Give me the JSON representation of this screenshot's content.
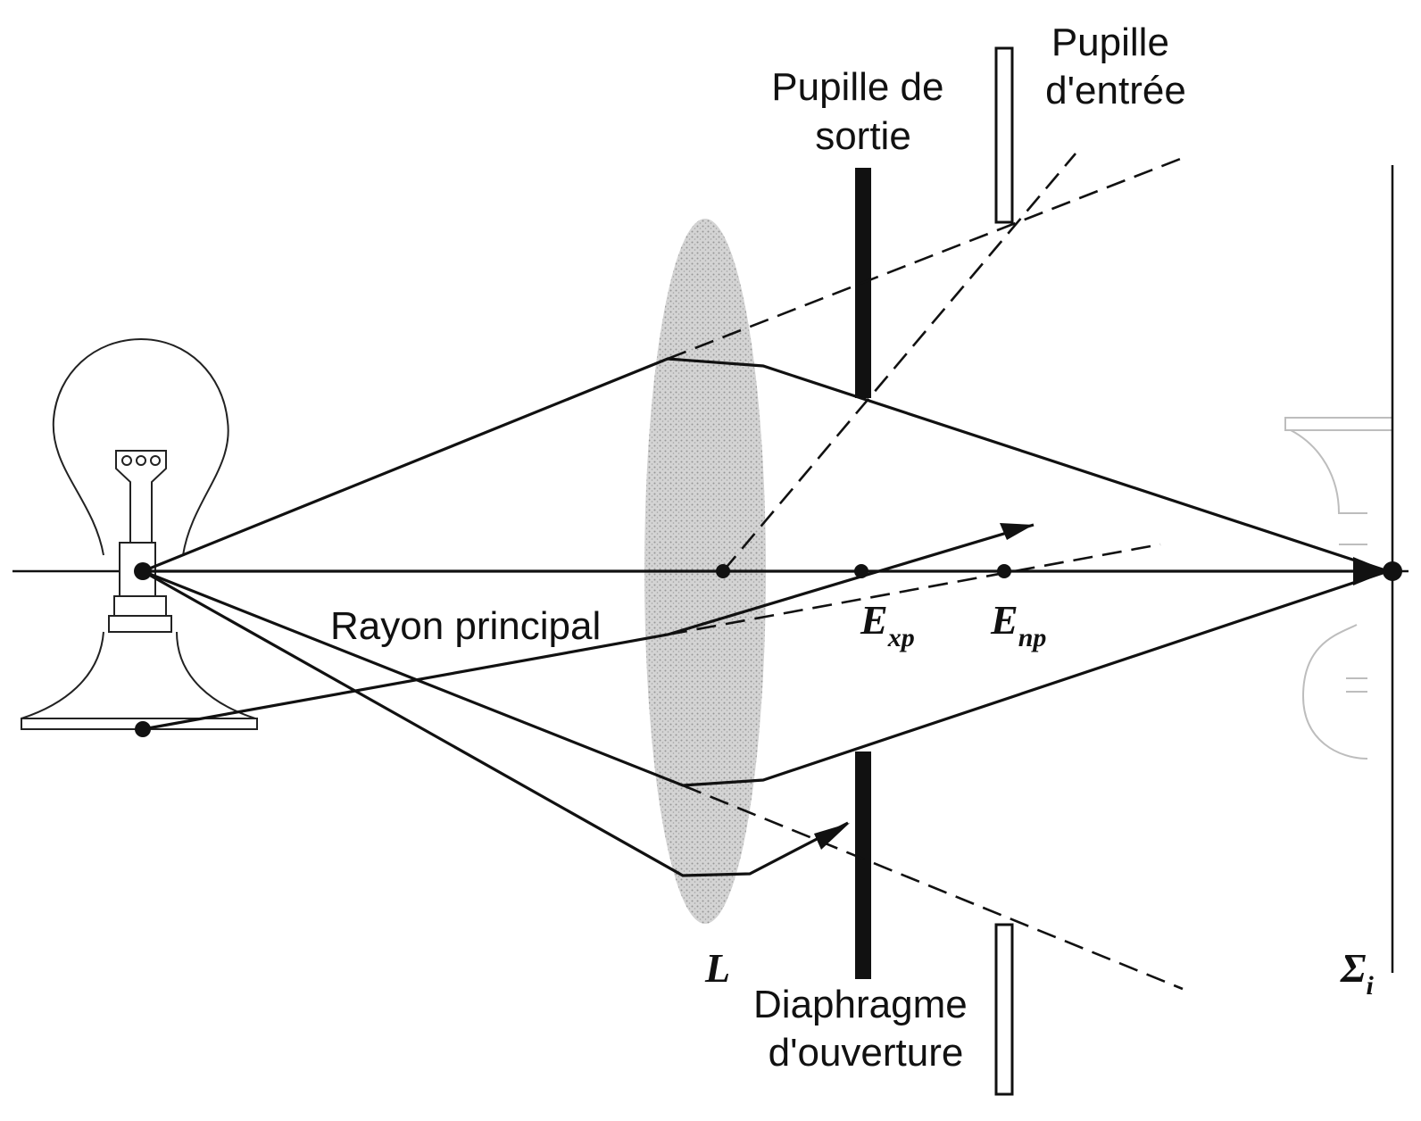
{
  "labels": {
    "entrance_pupil": [
      "Pupille",
      "d'entrée"
    ],
    "exit_pupil": [
      "Pupille de",
      "sortie"
    ],
    "aperture_stop": [
      "Diaphragme",
      "d'ouverture"
    ],
    "chief_ray": "Rayon principal",
    "lens": "L",
    "exit_point": {
      "base": "E",
      "sub": "xp"
    },
    "entrance_point": {
      "base": "E",
      "sub": "np"
    },
    "image_plane": {
      "base": "Σ",
      "sub": "i"
    }
  },
  "colors": {
    "ink": "#111111",
    "lens_fill": "#c4c4c4",
    "ghost_image": "#bdbdbd",
    "background": "#ffffff"
  }
}
